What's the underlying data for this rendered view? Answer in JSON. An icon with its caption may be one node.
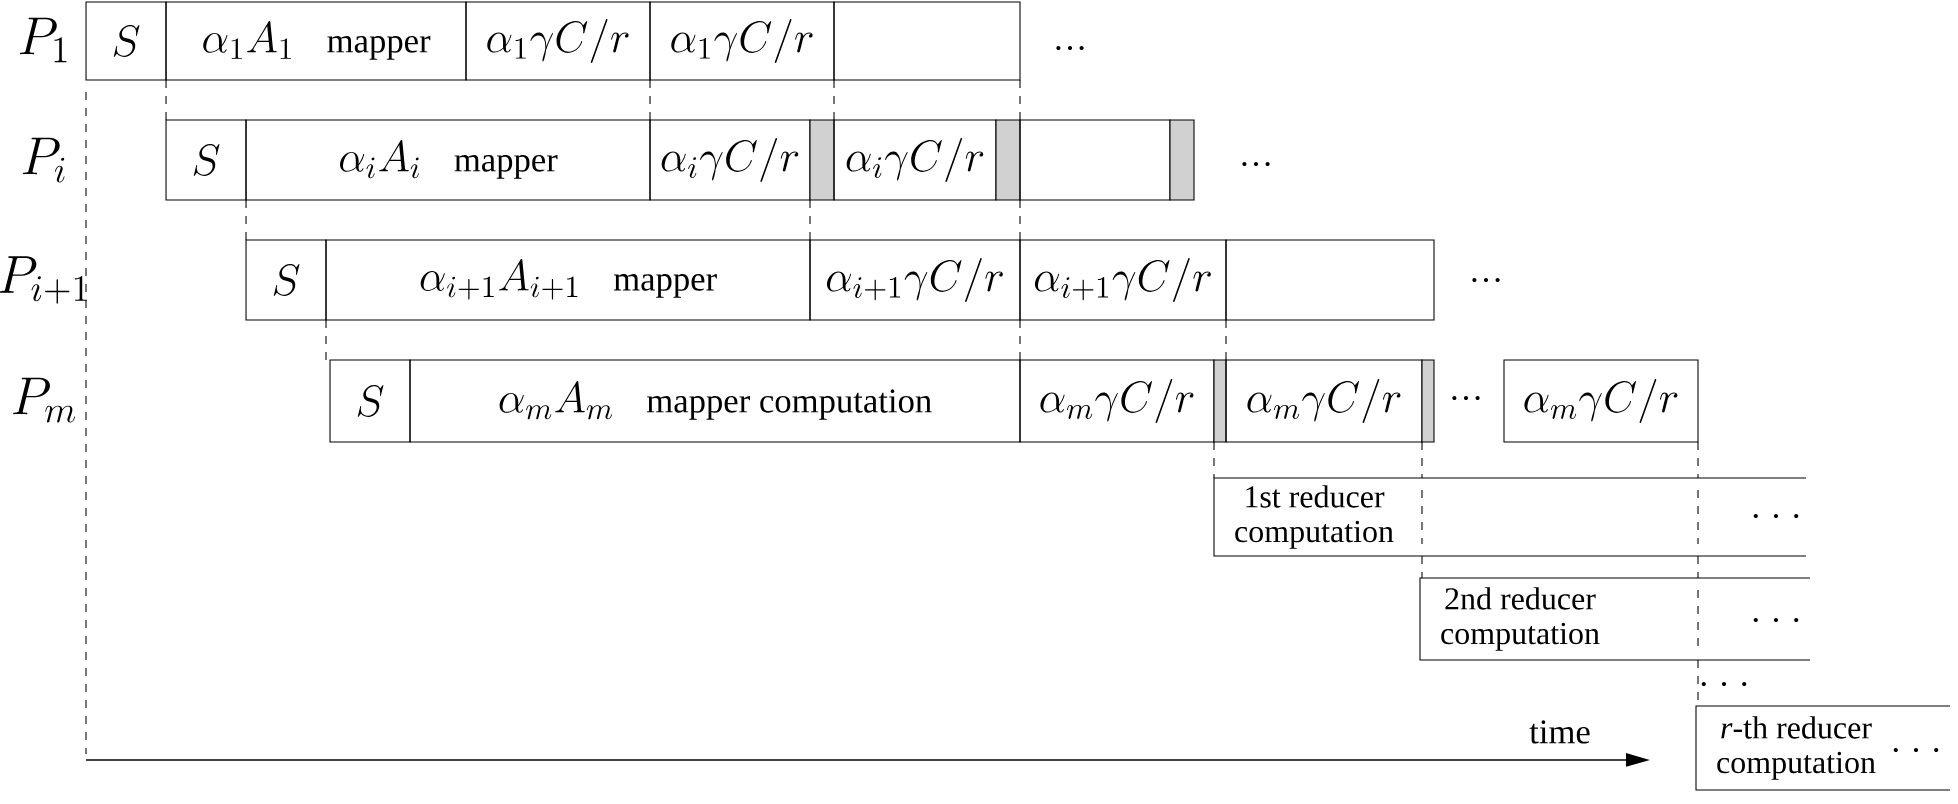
{
  "diagram": {
    "nodes": [
      {
        "text": [
          "S"
        ]
      },
      {
        "text": [
          "\\alpha_1 A_1",
          "mapper"
        ]
      },
      {
        "text": [
          "\\alpha_1\\gamma C/r"
        ]
      },
      {
        "text": [
          "\\alpha_1\\gamma C/r"
        ]
      },
      {
        "text": [],
        "shape": "box"
      },
      {
        "text": [
          "S"
        ]
      },
      {
        "text": [
          "\\alpha_i A_i",
          "mapper"
        ]
      },
      {
        "text": [
          "\\alpha_i\\gamma C/r"
        ]
      },
      {
        "text": [],
        "shape": "bar"
      },
      {
        "text": [
          "\\alpha_i\\gamma C/r"
        ]
      },
      {
        "text": [],
        "shape": "bar"
      },
      {
        "text": [],
        "shape": "box"
      },
      {
        "text": [],
        "shape": "bar"
      },
      {
        "text": [
          "S"
        ]
      },
      {
        "text": [
          "\\alpha_{i+1} A_{i+1}",
          "mapper"
        ]
      },
      {
        "text": [
          "\\alpha_{i+1}\\gamma C/r"
        ]
      },
      {
        "text": [
          "\\alpha_{i+1}\\gamma C/r"
        ]
      },
      {
        "text": [],
        "shape": "box"
      },
      {
        "text": [
          "S"
        ]
      },
      {
        "text": [
          "\\alpha_m A_m",
          "mapper computation"
        ]
      },
      {
        "text": [
          "\\alpha_m\\gamma C/r"
        ]
      },
      {
        "text": [],
        "shape": "bar"
      },
      {
        "text": [
          "\\alpha_m\\gamma C/r"
        ]
      },
      {
        "text": [],
        "shape": "bar"
      },
      {
        "text": [
          "\\alpha_m\\gamma C/r"
        ]
      },
      {
        "text": [
          "1st reducer computation"
        ]
      },
      {
        "text": [
          "2nd reducer computation"
        ]
      },
      {
        "text": [
          "*r*-th reducer computation"
        ]
      }
    ],
    "edges": [
      {
        "from": 0,
        "to": 5,
        "arrow": "none",
        "style": "dashed"
      },
      {
        "from": 3,
        "to": 7,
        "arrow": "none",
        "style": "dashed"
      },
      {
        "from": 3,
        "to": 8,
        "arrow": "none",
        "style": "dashed"
      },
      {
        "from": 4,
        "to": 10,
        "arrow": "none",
        "style": "dashed"
      },
      {
        "from": 5,
        "to": 13,
        "arrow": "none",
        "style": "dashed"
      },
      {
        "from": 8,
        "to": 15,
        "arrow": "none",
        "style": "dashed"
      },
      {
        "from": 10,
        "to": 16,
        "arrow": "none",
        "style": "dashed"
      },
      {
        "from": 13,
        "to": 18,
        "arrow": "none",
        "style": "dashed"
      },
      {
        "from": 16,
        "to": 20,
        "arrow": "none",
        "style": "dashed"
      },
      {
        "from": 17,
        "to": 22,
        "arrow": "none",
        "style": "dashed"
      },
      {
        "from": 21,
        "to": 25,
        "arrow": "none",
        "style": "dashed"
      },
      {
        "from": 23,
        "to": 25,
        "arrow": "none",
        "style": "dashed"
      },
      {
        "from": 25,
        "to": 26,
        "arrow": "none",
        "style": "dashed"
      },
      {
        "from": 24,
        "to": 25,
        "arrow": "none",
        "style": "dashed"
      },
      {
        "from": 25,
        "to": 26,
        "arrow": "none",
        "style": "dashed"
      },
      {
        "from": 26,
        "to": 27,
        "arrow": "none",
        "style": "dashed"
      }
    ],
    "labels": [
      "P_1",
      "…",
      "P_i",
      "…",
      "P_{i+1}",
      "…",
      "P_m",
      "…",
      ". . .",
      ". . .",
      ". . .",
      "time",
      ". . ."
    ]
  }
}
